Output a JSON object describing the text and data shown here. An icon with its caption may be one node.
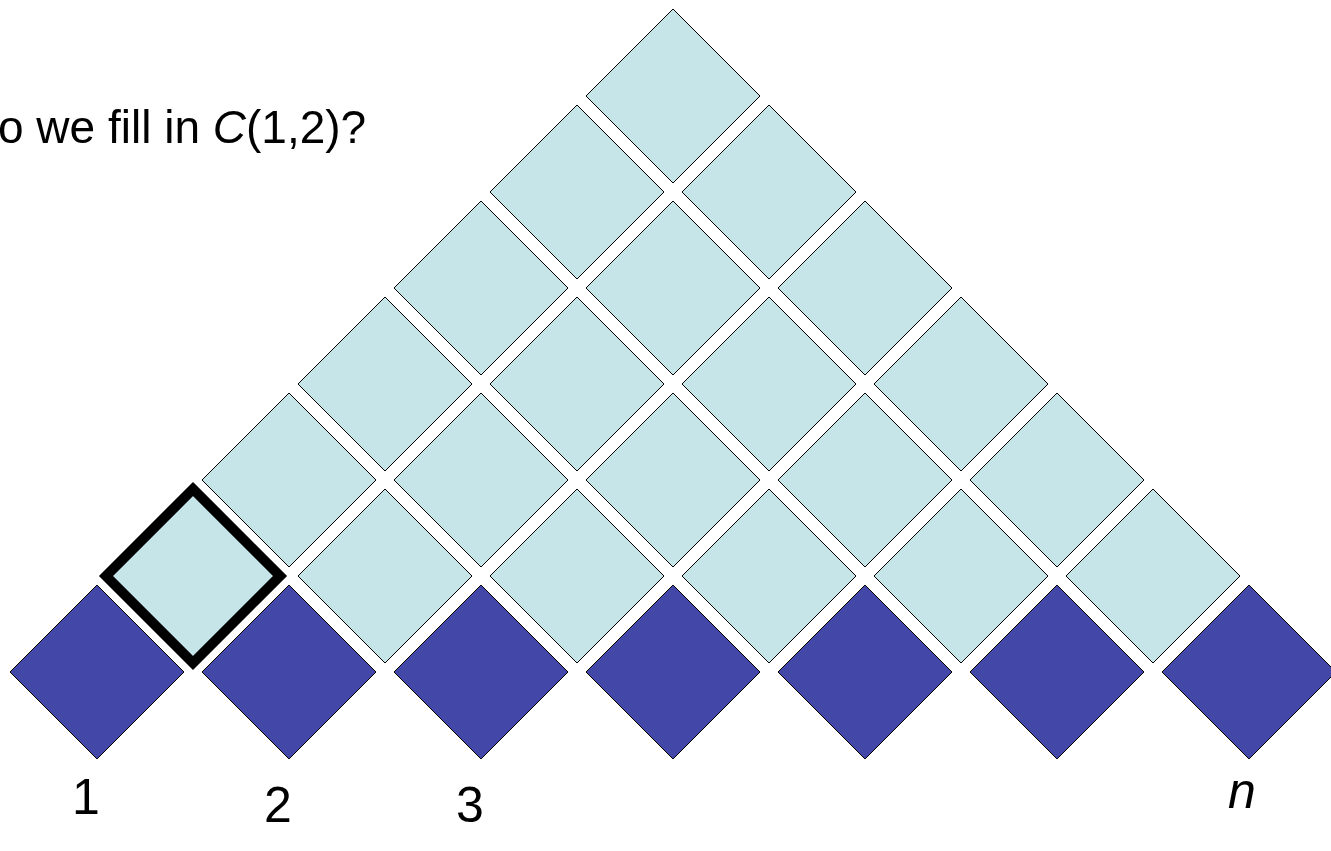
{
  "diagram": {
    "title": "o we fill in *C*(1,2)?",
    "labels": [
      "1",
      "2",
      "3",
      "n"
    ]
  }
}
